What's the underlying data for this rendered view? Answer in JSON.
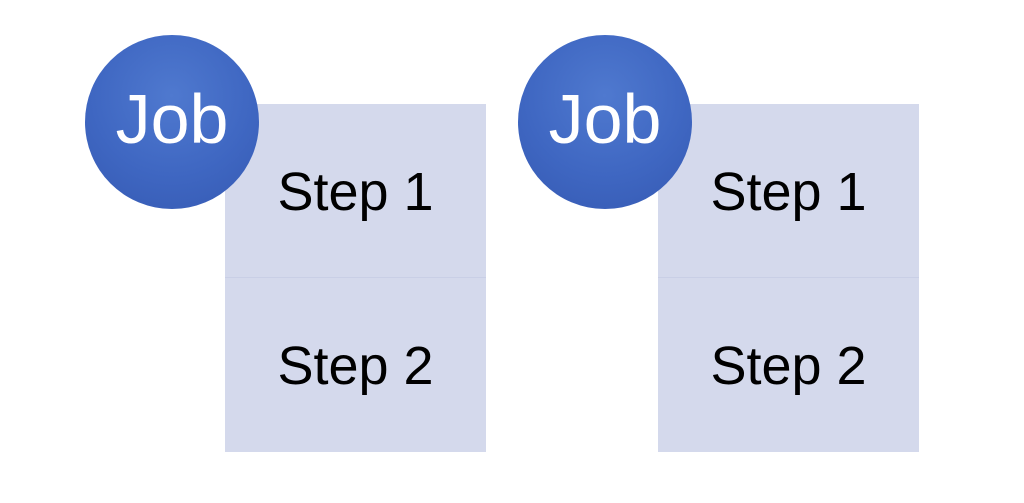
{
  "colors": {
    "job_circle": "#3f67c2",
    "steps_box": "#d4d9ec",
    "job_text": "#ffffff",
    "step_text": "#000000"
  },
  "groups": [
    {
      "job_label": "Job",
      "steps": [
        "Step 1",
        "Step 2"
      ]
    },
    {
      "job_label": "Job",
      "steps": [
        "Step 1",
        "Step 2"
      ]
    }
  ]
}
